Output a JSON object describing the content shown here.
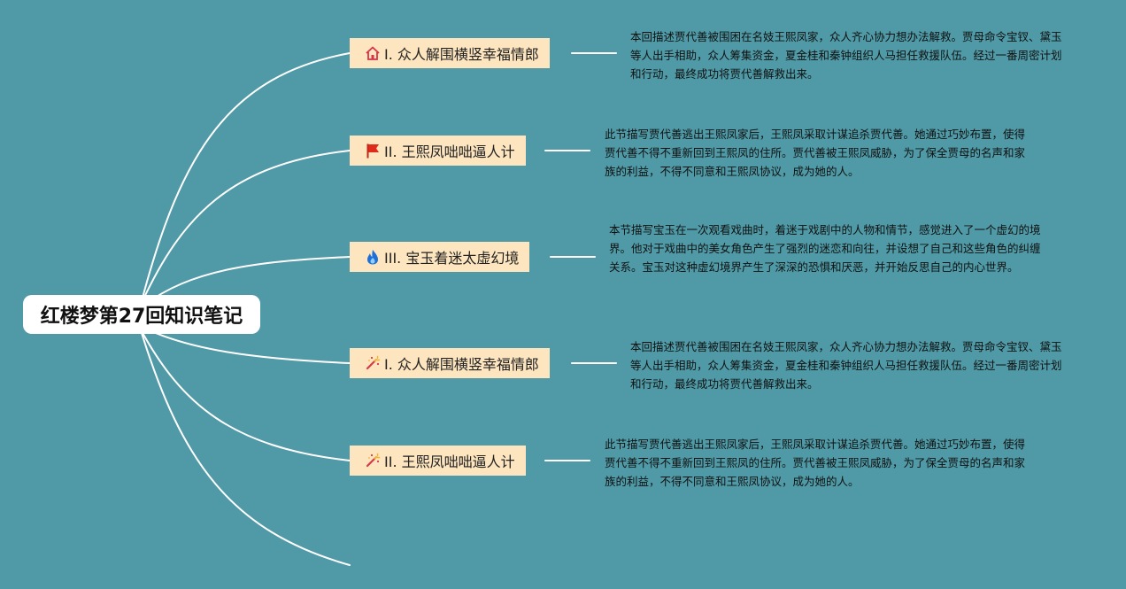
{
  "root": {
    "title": "红楼梦第27回知识笔记"
  },
  "topics": [
    {
      "label": "I. 众人解围横竖幸福情郎",
      "icon": "home-icon",
      "note": "本回描述贾代善被围困在名妓王熙凤家，众人齐心协力想办法解救。贾母命令宝钗、黛玉等人出手相助，众人筹集资金，夏金桂和秦钟组织人马担任救援队伍。经过一番周密计划和行动，最终成功将贾代善解救出来。"
    },
    {
      "label": "II. 王熙凤咄咄逼人计",
      "icon": "red-flag-icon",
      "note": "此节描写贾代善逃出王熙凤家后，王熙凤采取计谋追杀贾代善。她通过巧妙布置，使得贾代善不得不重新回到王熙凤的住所。贾代善被王熙凤威胁，为了保全贾母的名声和家族的利益，不得不同意和王熙凤协议，成为她的人。"
    },
    {
      "label": "III. 宝玉着迷太虚幻境",
      "icon": "fire-icon",
      "note": "本节描写宝玉在一次观看戏曲时，着迷于戏剧中的人物和情节，感觉进入了一个虚幻的境界。他对于戏曲中的美女角色产生了强烈的迷恋和向往，并设想了自己和这些角色的纠缠关系。宝玉对这种虚幻境界产生了深深的恐惧和厌恶，并开始反思自己的内心世界。"
    },
    {
      "label": "I. 众人解围横竖幸福情郎",
      "icon": "magic-wand-icon",
      "note": "本回描述贾代善被围困在名妓王熙凤家，众人齐心协力想办法解救。贾母命令宝钗、黛玉等人出手相助，众人筹集资金，夏金桂和秦钟组织人马担任救援队伍。经过一番周密计划和行动，最终成功将贾代善解救出来。"
    },
    {
      "label": "II. 王熙凤咄咄逼人计",
      "icon": "magic-wand-icon",
      "note": "此节描写贾代善逃出王熙凤家后，王熙凤采取计谋追杀贾代善。她通过巧妙布置，使得贾代善不得不重新回到王熙凤的住所。贾代善被王熙凤威胁，为了保全贾母的名声和家族的利益，不得不同意和王熙凤协议，成为她的人。"
    }
  ],
  "colors": {
    "background": "#4f9aa6",
    "topic_fill": "#fde5bf",
    "connector": "#ffffff",
    "root_fill": "#ffffff"
  }
}
